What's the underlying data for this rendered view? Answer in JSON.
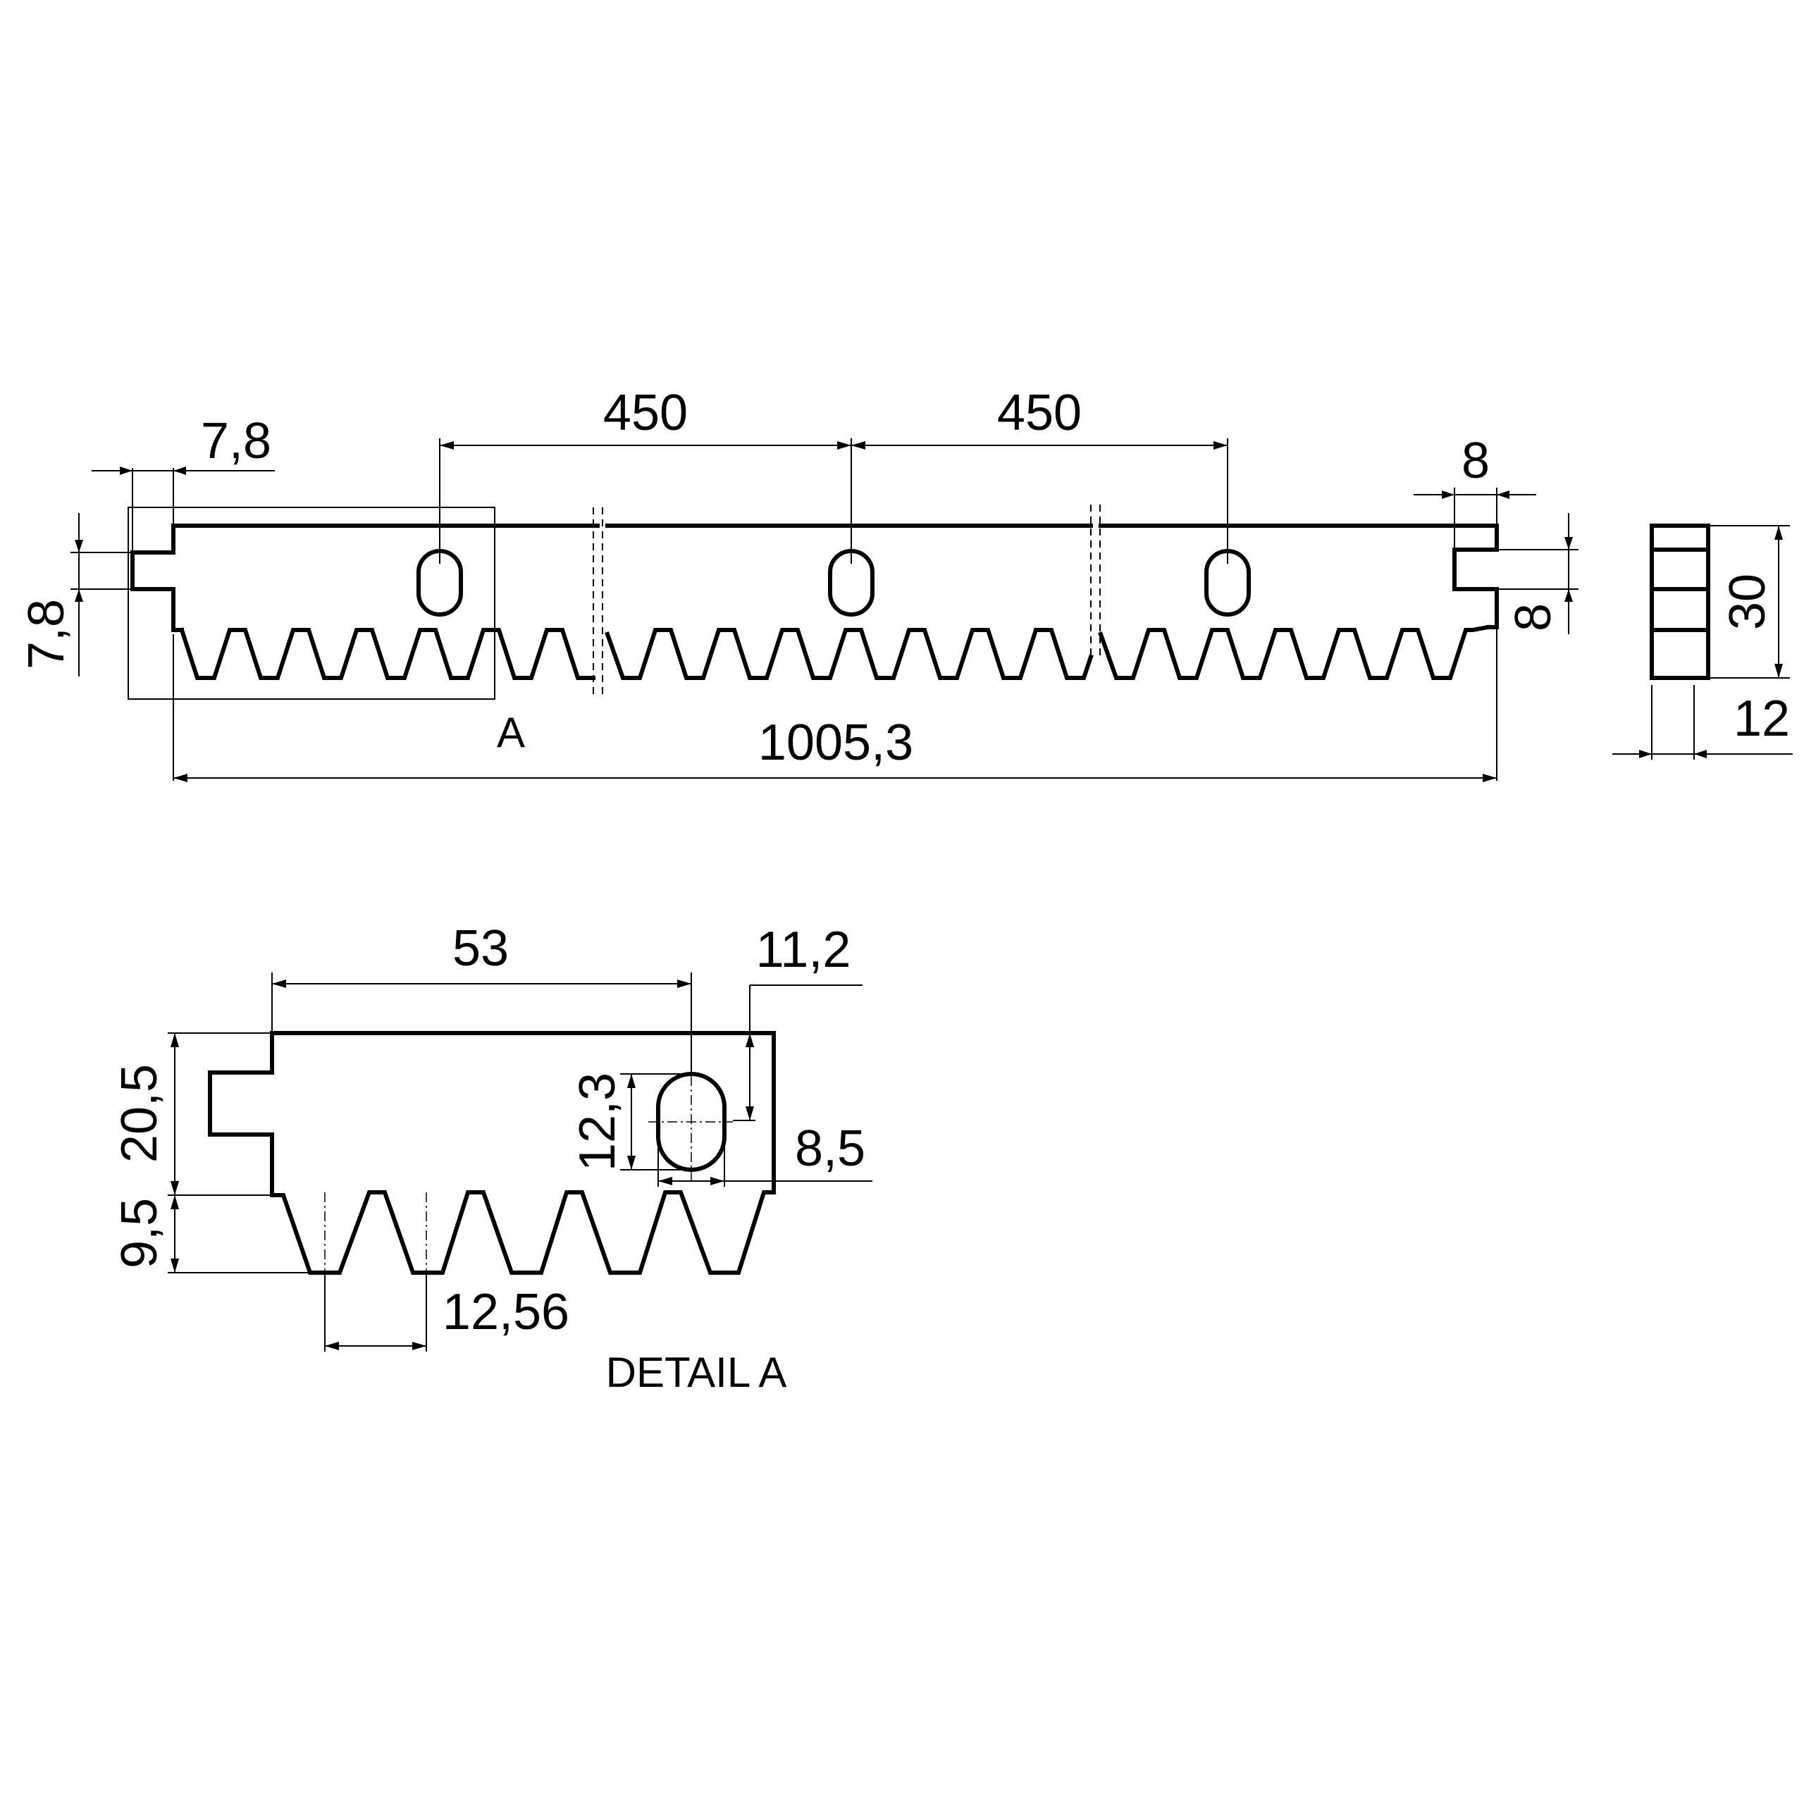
{
  "main_view": {
    "dim_left_inset": "7,8",
    "dim_slot_pitch_1": "450",
    "dim_slot_pitch_2": "450",
    "dim_right_inset": "8",
    "dim_left_tab_height": "7,8",
    "dim_right_tab_height": "8",
    "dim_total_length": "1005,3",
    "detail_marker": "A"
  },
  "section_view": {
    "dim_height": "30",
    "dim_width": "12"
  },
  "detail_view": {
    "title": "DETAIL A",
    "dim_slot_position": "53",
    "dim_slot_edge": "11,2",
    "dim_slot_length": "12,3",
    "dim_slot_width": "8,5",
    "dim_body_height": "20,5",
    "dim_tooth_height": "9,5",
    "dim_tooth_pitch": "12,56"
  }
}
